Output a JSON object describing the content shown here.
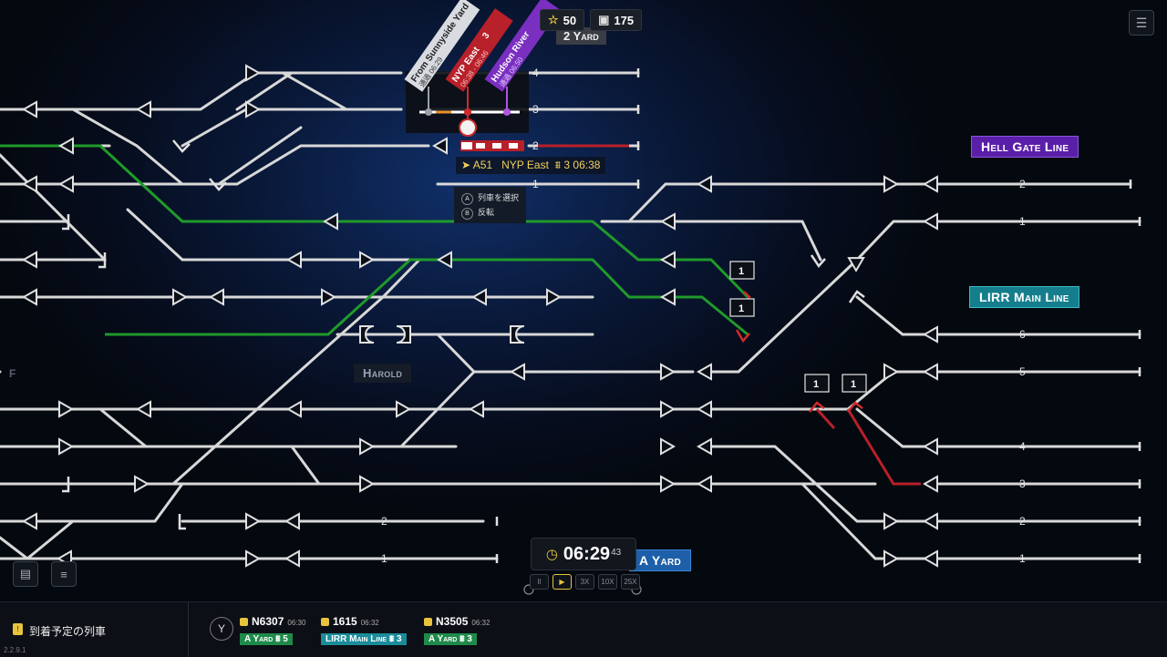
{
  "hud": {
    "stars": "50",
    "trains_count": "175",
    "menu_icon": "list-icon"
  },
  "labels": {
    "hell_gate": "Hell Gate Line",
    "lirr_main": "LIRR Main Line",
    "a_yard": "A Yard",
    "harold": "Harold",
    "f_marker": "F",
    "yard_top": "2 Yard"
  },
  "train_flags": [
    {
      "name": "From Sunnyside Yard",
      "sub": "通過 06:29",
      "color": "#8a8f98"
    },
    {
      "name": "NYP East",
      "badge": "3",
      "sub": "06:38 - 06:46",
      "color": "#b8202a"
    },
    {
      "name": "Hudson River",
      "sub": "通過 06:50",
      "color": "#7a2fc0"
    }
  ],
  "selected_train": {
    "id": "A51",
    "dest": "NYP East",
    "track": "3",
    "time": "06:38"
  },
  "context_menu": [
    {
      "key": "A",
      "label": "列車を選択"
    },
    {
      "key": "B",
      "label": "反転"
    }
  ],
  "track_numbers": {
    "left_top": [
      "4",
      "3",
      "2",
      "1"
    ],
    "right": [
      "2",
      "1",
      "6",
      "5",
      "4",
      "3",
      "2",
      "1"
    ],
    "bottom_left": [
      "2",
      "1"
    ]
  },
  "blocks": [
    "1",
    "1",
    "1",
    "1"
  ],
  "clock": {
    "time": "06:29",
    "seconds": "43",
    "speeds": [
      "II",
      "▶",
      "3X",
      "10X",
      "25X"
    ],
    "active_speed": 1
  },
  "bottom": {
    "title": "到着予定の列車",
    "version": "2.2.9.1",
    "y_button": "Y",
    "trains": [
      {
        "num": "N6307",
        "time": "06:30",
        "dest": "A Yard",
        "track": "5",
        "kind": "a"
      },
      {
        "num": "1615",
        "time": "06:32",
        "dest": "LIRR Main Line",
        "track": "3",
        "kind": "l"
      },
      {
        "num": "N3505",
        "time": "06:32",
        "dest": "A Yard",
        "track": "3",
        "kind": "a"
      }
    ]
  },
  "colors": {
    "track": "#d8d8d8",
    "active_route": "#1f9a2a",
    "red_route": "#b8202a",
    "accent": "#e8c43c"
  }
}
